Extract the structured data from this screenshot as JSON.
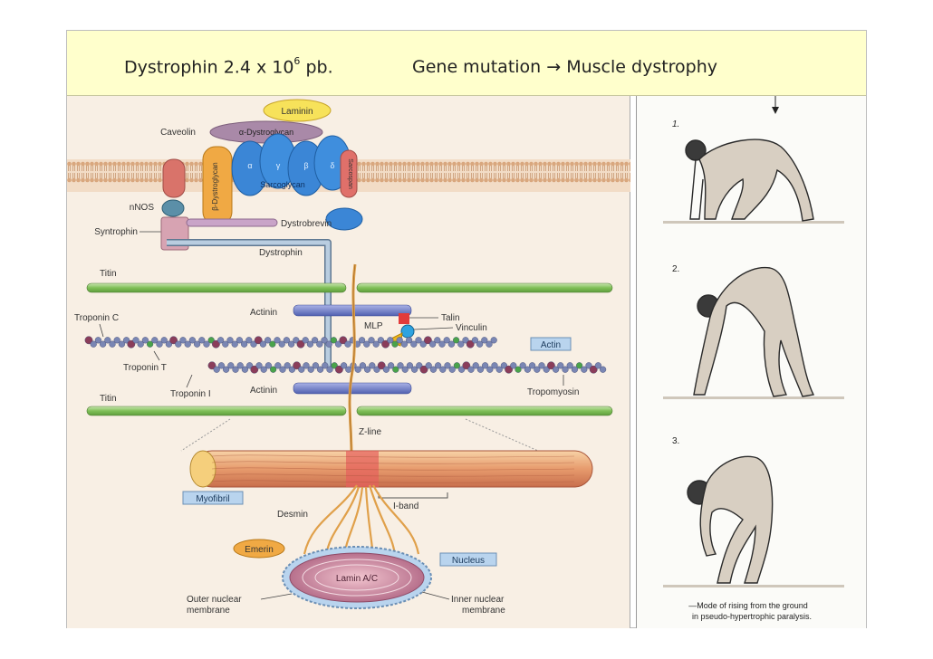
{
  "title": {
    "left_main": "Dystrophin  2.4 x 10",
    "left_sup": "6",
    "left_suffix": " pb.",
    "right": "Gene mutation → Muscle dystrophy"
  },
  "diagram": {
    "laminin": "Laminin",
    "alpha_dystroglycan": "α-Dystroglycan",
    "beta_dystroglycan": "β-Dystroglycan",
    "caveolin": "Caveolin",
    "sarcoglycan": "Sarcoglycan",
    "sarcospan": "Sarcospan",
    "sg_alpha": "α",
    "sg_gamma": "γ",
    "sg_beta": "β",
    "sg_delta": "δ",
    "nnos": "nNOS",
    "syntrophin": "Syntrophin",
    "dystrobrevin": "Dystrobrevin",
    "dystrophin": "Dystrophin",
    "titin_top": "Titin",
    "titin_bottom": "Titin",
    "actinin_top": "Actinin",
    "actinin_bottom": "Actinin",
    "troponin_c": "Troponin C",
    "troponin_t": "Troponin T",
    "troponin_i": "Troponin I",
    "mlp": "MLP",
    "talin": "Talin",
    "vinculin": "Vinculin",
    "actin": "Actin",
    "tropomyosin": "Tropomyosin",
    "z_line": "Z-line",
    "myofibril": "Myofibril",
    "i_band": "I-band",
    "desmin": "Desmin",
    "emerin": "Emerin",
    "nucleus": "Nucleus",
    "lamin": "Lamin A/C",
    "outer_membrane_1": "Outer nuclear",
    "outer_membrane_2": "membrane",
    "inner_membrane_1": "Inner nuclear",
    "inner_membrane_2": "membrane"
  },
  "photos": {
    "fig1": "1.",
    "fig2": "2.",
    "fig3": "3.",
    "caption_1": "—Mode of rising from the ground",
    "caption_2": "in pseudo-hypertrophic paralysis."
  },
  "colors": {
    "title_band": "#ffffcc",
    "diagram_bg": "#f8efe4",
    "membrane": "#d9a77e",
    "dystrophin": "#9bb3cc",
    "titin": "#9ccc7a",
    "actinin": "#6b78c4",
    "sarcoglycan": "#3b86d6",
    "beta_dystroglycan": "#f0a944",
    "laminin": "#f7e25a",
    "nucleus": "#c98aa0",
    "myofibril": "#f0b27a",
    "actin_bead": "#7a86b3",
    "actin_bead_dark": "#8a3d5a"
  }
}
